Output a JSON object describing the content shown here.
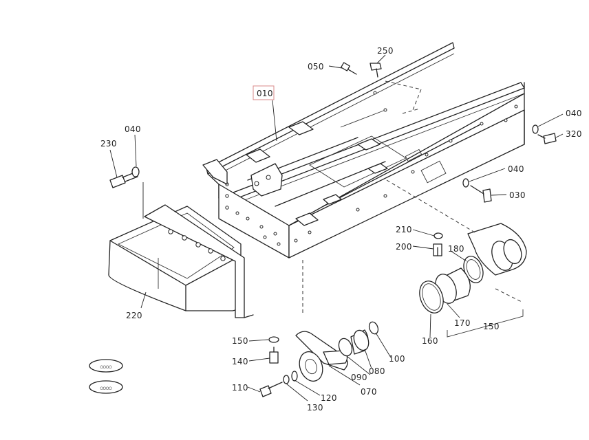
{
  "diagram": {
    "callouts": {
      "c010": "010",
      "c030": "030",
      "c040_top_left": "040",
      "c040_right_top": "040",
      "c040_right_mid": "040",
      "c050": "050",
      "c070": "070",
      "c080": "080",
      "c090": "090",
      "c100": "100",
      "c110": "110",
      "c120": "120",
      "c130": "130",
      "c140": "140",
      "c150_left": "150",
      "c150_right": "150",
      "c160": "160",
      "c170": "170",
      "c180": "180",
      "c200": "200",
      "c210": "210",
      "c220": "220",
      "c230": "230",
      "c250": "250",
      "c320": "320"
    },
    "highlighted_callout": "010",
    "badge_marks": [
      "badge-mark",
      "badge-mark"
    ]
  }
}
